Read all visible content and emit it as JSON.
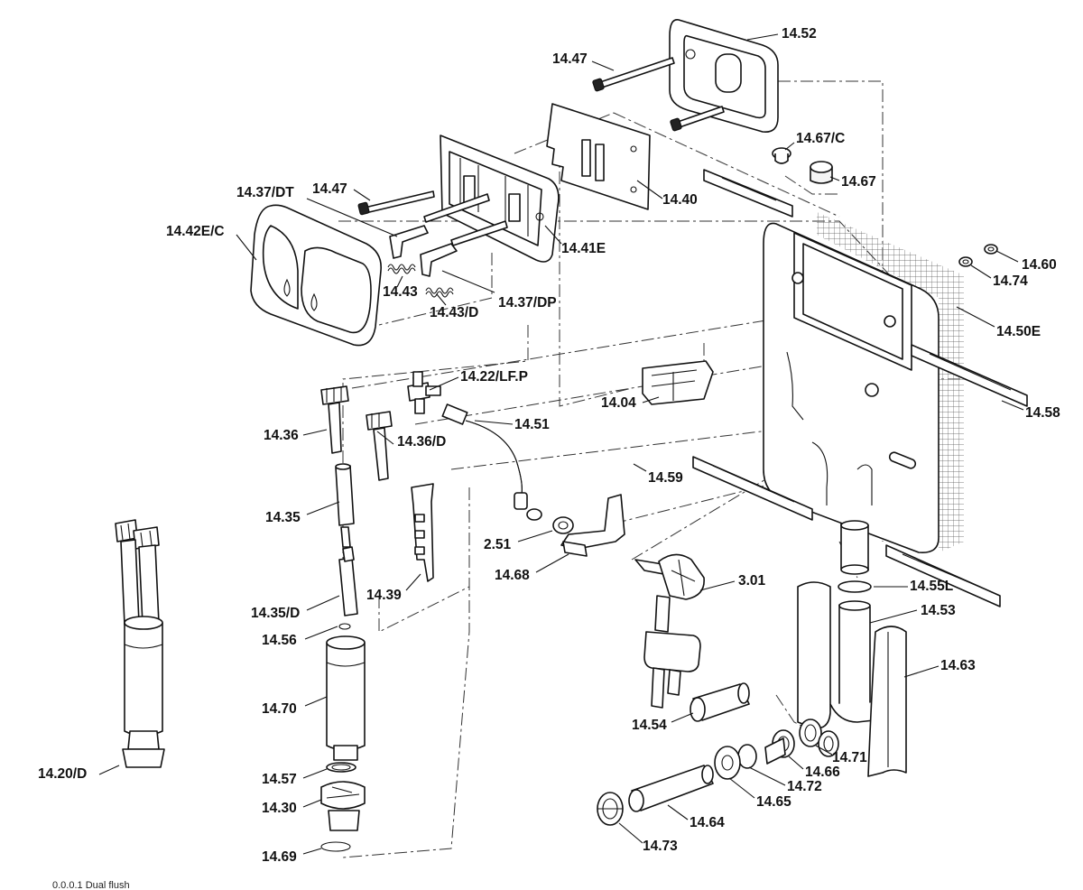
{
  "labels": {
    "l1452": "14.52",
    "l1447a": "14.47",
    "l1467c": "14.67/C",
    "l1467": "14.67",
    "l1437dt": "14.37/DT",
    "l1447b": "14.47",
    "l1440": "14.40",
    "l1442ec": "14.42E/C",
    "l1441e": "14.41E",
    "l1460": "14.60",
    "l1474": "14.74",
    "l1443": "14.43",
    "l1437dp": "14.37/DP",
    "l1443d": "14.43/D",
    "l1450e": "14.50E",
    "l1422lfp": "14.22/LF.P",
    "l1404": "14.04",
    "l1458": "14.58",
    "l1436": "14.36",
    "l1451": "14.51",
    "l1436d": "14.36/D",
    "l1459": "14.59",
    "l1435": "14.35",
    "l251": "2.51",
    "l1468": "14.68",
    "l301": "3.01",
    "l1439": "14.39",
    "l1455l": "14.55L",
    "l1435d": "14.35/D",
    "l1453": "14.53",
    "l1456": "14.56",
    "l1463": "14.63",
    "l1470": "14.70",
    "l1454": "14.54",
    "l1471": "14.71",
    "l1466": "14.66",
    "l1420d": "14.20/D",
    "l1457": "14.57",
    "l1472": "14.72",
    "l1430": "14.30",
    "l1465": "14.65",
    "l1464": "14.64",
    "l1473": "14.73",
    "l1469": "14.69",
    "footer": "0.0.0.1  Dual flush"
  },
  "colors": {
    "ink": "#111111",
    "paper": "#ffffff"
  }
}
